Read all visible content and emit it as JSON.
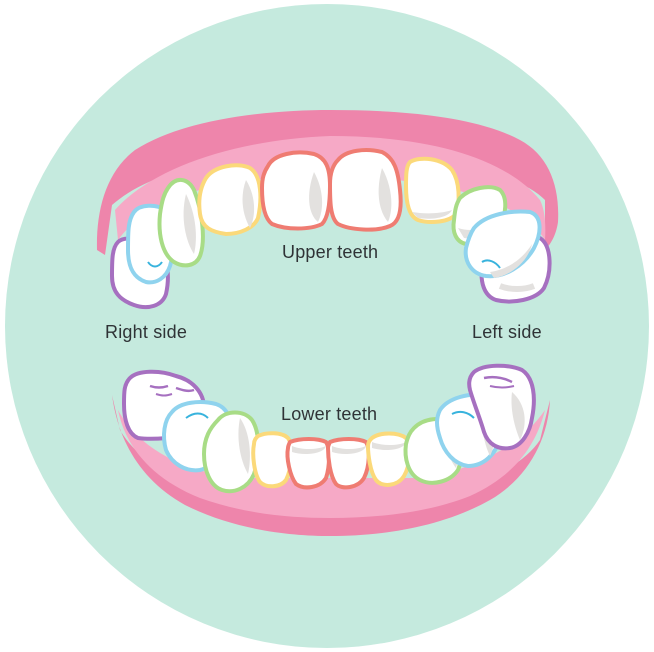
{
  "labels": {
    "upper": "Upper teeth",
    "lower": "Lower teeth",
    "right": "Right side",
    "left": "Left side"
  },
  "colors": {
    "background_circle": "#c5eade",
    "gum_dark": "#ee85ab",
    "gum_light": "#f6a9c6",
    "tooth_fill": "#ffffff",
    "tooth_shadow": "#e3e1df",
    "central_incisor": "#ef7c72",
    "lateral_incisor": "#fbd97a",
    "canine": "#a8dc86",
    "premolar": "#8fd3ee",
    "molar": "#a670c0",
    "text": "#2f3336"
  },
  "icons": {
    "mouth": "mouth-diagram-icon"
  }
}
